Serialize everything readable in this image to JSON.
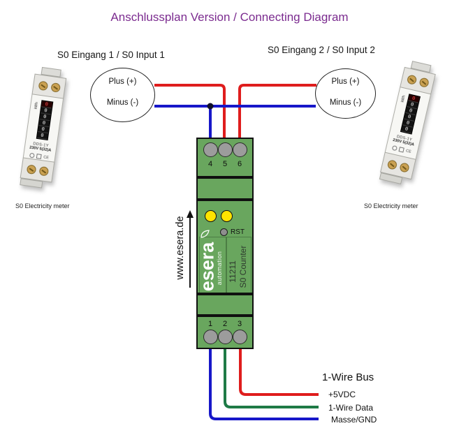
{
  "title": "Anschlussplan Version / Connecting Diagram",
  "inputs": {
    "left": {
      "heading": "S0 Eingang 1 / S0 Input 1",
      "plus": "Plus (+)",
      "minus": "Minus (-)"
    },
    "right": {
      "heading": "S0 Eingang 2 / S0 Input 2",
      "plus": "Plus (+)",
      "minus": "Minus (-)"
    }
  },
  "meters": {
    "left_caption": "S0 Electricity meter",
    "right_caption": "S0 Electricity meter",
    "model": "DDS-1Y",
    "rating": "230V 5(32)A",
    "unit": "kWh",
    "ce": "CE",
    "digits": [
      "0",
      "0",
      "0",
      "0",
      "0",
      "0"
    ]
  },
  "module": {
    "brand": "esera",
    "brand_sub": "automation",
    "model": "11211",
    "name": "S0 Counter",
    "reset_label": "RST",
    "website": "www.esera.de",
    "top_terminals": [
      "4",
      "5",
      "6"
    ],
    "bottom_terminals": [
      "1",
      "2",
      "3"
    ]
  },
  "bus": {
    "heading": "1-Wire Bus",
    "lines": [
      {
        "label": "+5VDC"
      },
      {
        "label": "1-Wire Data"
      },
      {
        "label": "Masse/GND"
      }
    ]
  },
  "colors": {
    "title_purple": "#7b2b8f",
    "wire_red": "#df1d1d",
    "wire_blue": "#1717c9",
    "wire_green": "#1e7a46",
    "module_green": "#69a65e",
    "led_yellow": "#ffe400"
  }
}
